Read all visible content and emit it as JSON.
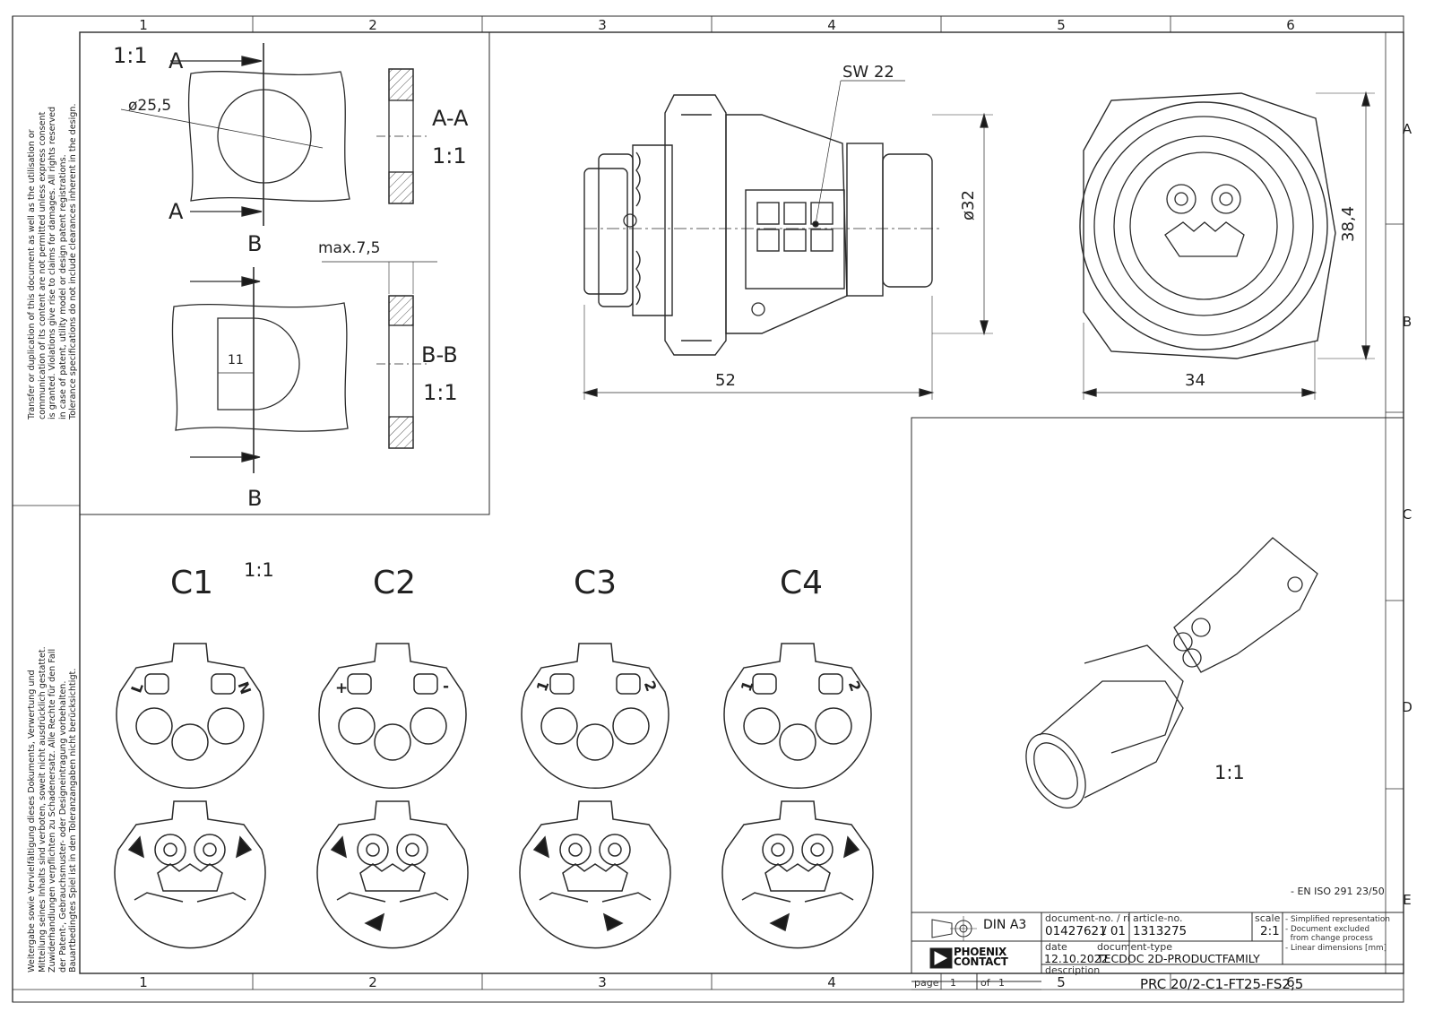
{
  "grid": {
    "columns": [
      "1",
      "2",
      "3",
      "4",
      "5",
      "6"
    ],
    "rows": [
      "A",
      "B",
      "C",
      "D",
      "E"
    ]
  },
  "notes": {
    "english": [
      "Transfer or duplication of this document as well as the utilisation or",
      "communication of its content are not permitted unless express consent",
      "is granted. Violations give rise to claims for damages. All rights reserved",
      "in case of patent, utility model or design patent registrations.",
      "Tolerance specifications do not include clearances inherent in the design."
    ],
    "german": [
      "Weitergabe sowie Vervielfältigung dieses Dokuments, Verwertung und",
      "Mitteilung seines Inhalts sind verboten, soweit nicht ausdrücklich gestattet.",
      "Zuwiderhandlungen verpflichten zu Schadenersatz. Alle Rechte für den Fall",
      "der Patent-, Gebrauchsmuster- oder Designeintragung vorbehalten.",
      "Bauartbedingtes Spiel ist in den Toleranzangaben nicht berücksichtigt."
    ]
  },
  "sections": {
    "scale_top": "1:1",
    "cut_a": "A",
    "cut_b": "B",
    "diameter_hole": "ø25,5",
    "max_thickness": "max.7,5",
    "flat_width": "11",
    "section_aa": "A-A",
    "section_aa_scale": "1:1",
    "section_bb": "B-B",
    "section_bb_scale": "1:1"
  },
  "side_view": {
    "wrench": "SW 22",
    "diameter": "ø32",
    "length": "52"
  },
  "front_view": {
    "height": "38,4",
    "width": "34"
  },
  "variants": {
    "scale": "1:1",
    "items": [
      {
        "name": "C1",
        "pin_left": "L",
        "pin_right": "N"
      },
      {
        "name": "C2",
        "pin_left": "+",
        "pin_right": "-"
      },
      {
        "name": "C3",
        "pin_left": "1",
        "pin_right": "2"
      },
      {
        "name": "C4",
        "pin_left": "1",
        "pin_right": "2"
      }
    ]
  },
  "iso_view": {
    "scale": "1:1",
    "standard": "- EN ISO 291 23/50"
  },
  "title_block": {
    "format": "DIN A3",
    "document_no_label": "document-no. / ri",
    "document_no": "01427621",
    "revision": "/ 01",
    "article_no_label": "article-no.",
    "article_no": "1313275",
    "scale_label": "scale",
    "scale": "2:1",
    "notes": [
      "- Simplified representation",
      "- Document excluded",
      "  from change process",
      "- Linear dimensions [mm]"
    ],
    "date_label": "date",
    "date": "12.10.2022",
    "doc_type_label": "document-type",
    "doc_type": "TECDOC 2D-PRODUCTFAMILY",
    "logo_line1": "PHOENIX",
    "logo_line2": "CONTACT",
    "description_label": "description",
    "description": "PRC 20/2-C1-FT25-FS2,5",
    "page_label": "page",
    "page": "1",
    "of_label": "of",
    "of": "1"
  },
  "colors": {
    "line": "#2a2a2a",
    "fill_dark": "#1a1a1a",
    "hatch": "#555555"
  }
}
